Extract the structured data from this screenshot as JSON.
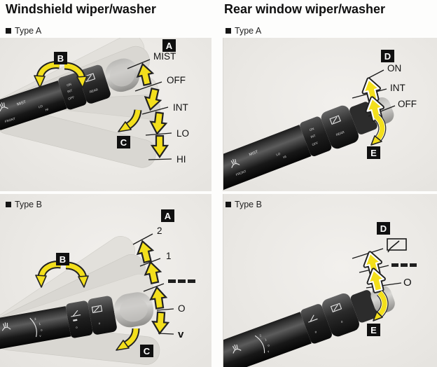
{
  "left": {
    "title": "Windshield wiper/washer",
    "typeA": {
      "label": "Type A",
      "callouts": {
        "A": "A",
        "B": "B",
        "C": "C"
      },
      "positions": {
        "p1": "MIST",
        "p2": "OFF",
        "p3": "INT",
        "p4": "LO",
        "p5": "HI"
      }
    },
    "typeB": {
      "label": "Type B",
      "callouts": {
        "A": "A",
        "B": "B",
        "C": "C"
      },
      "positions": {
        "p1": "2",
        "p2": "1",
        "p3": "---",
        "p4": "O",
        "p5": "v"
      }
    }
  },
  "right": {
    "title": "Rear window wiper/washer",
    "typeA": {
      "label": "Type A",
      "callouts": {
        "D": "D",
        "E": "E"
      },
      "positions": {
        "p1": "ON",
        "p2": "INT",
        "p3": "OFF"
      }
    },
    "typeB": {
      "label": "Type B",
      "callouts": {
        "D": "D",
        "E": "E"
      },
      "positions": {
        "p1_icon": "rear-wiper-symbol",
        "p2": "---",
        "p3": "O"
      }
    }
  },
  "stalk": {
    "mist": "MIST",
    "front": "FRONT",
    "lo": "LO",
    "hi": "HI",
    "on": "ON",
    "int": "INT",
    "off": "OFF",
    "rear": "REAR"
  },
  "colors": {
    "arrow_yellow": "#f3df1c",
    "photo_bg": "#edebe7",
    "callout_box": "#101010",
    "callout_text": "#ffffff",
    "label_text": "#111111"
  }
}
